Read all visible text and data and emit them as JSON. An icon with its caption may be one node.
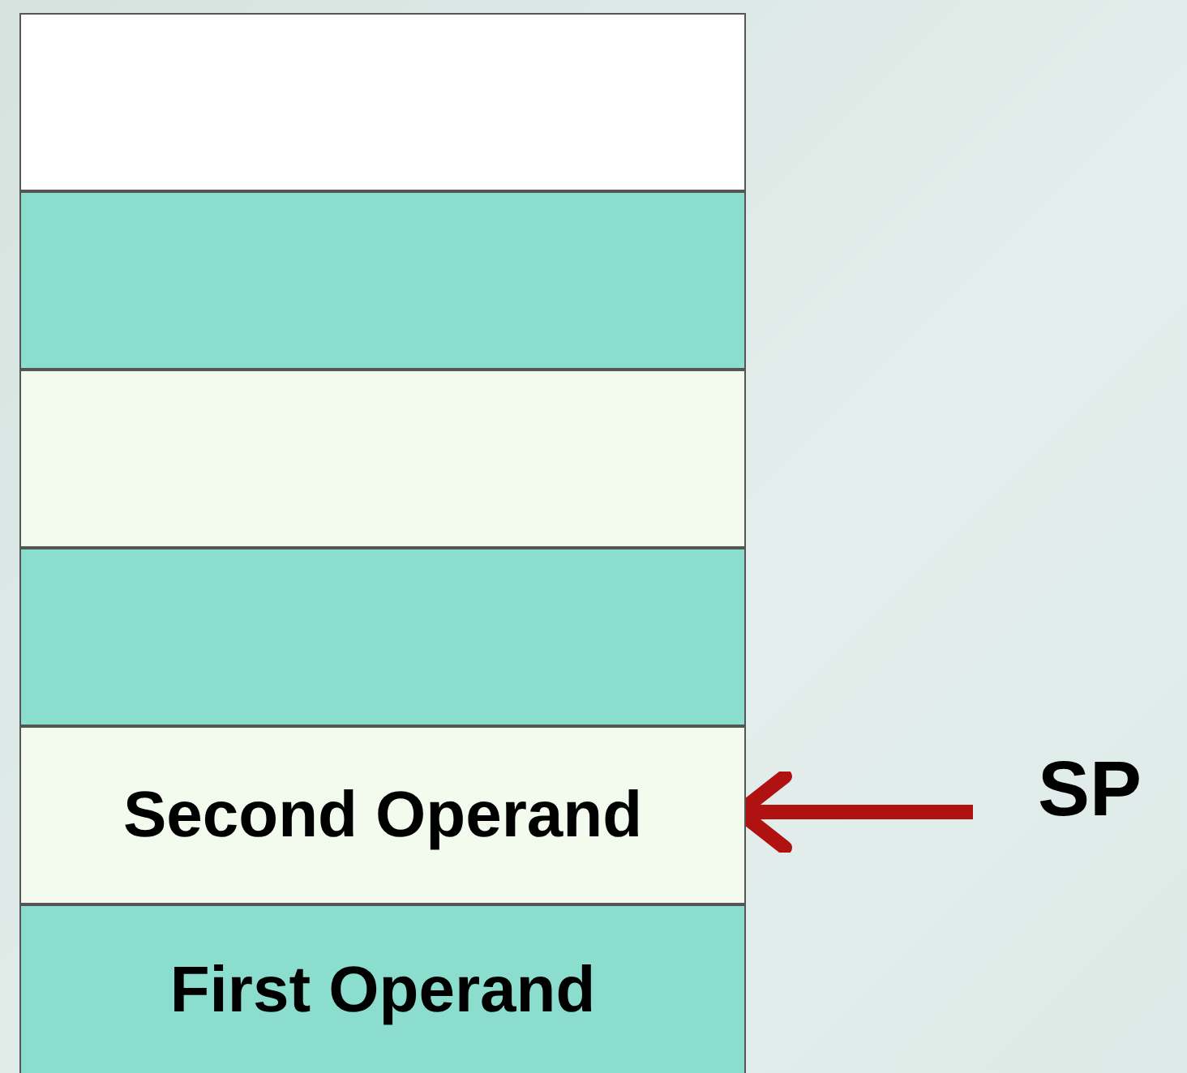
{
  "diagram": {
    "nodes": [
      {
        "text": [],
        "shape": "box"
      },
      {
        "text": [],
        "shape": "box"
      },
      {
        "text": [],
        "shape": "box"
      },
      {
        "text": [],
        "shape": "box"
      },
      {
        "text": [
          "Second Operand"
        ]
      },
      {
        "text": [
          "First Operand"
        ]
      },
      {
        "text": [
          "SP"
        ]
      }
    ],
    "edges": [
      {
        "from": 6,
        "to": 4,
        "arrow": "to",
        "color": "#b01212"
      }
    ]
  }
}
